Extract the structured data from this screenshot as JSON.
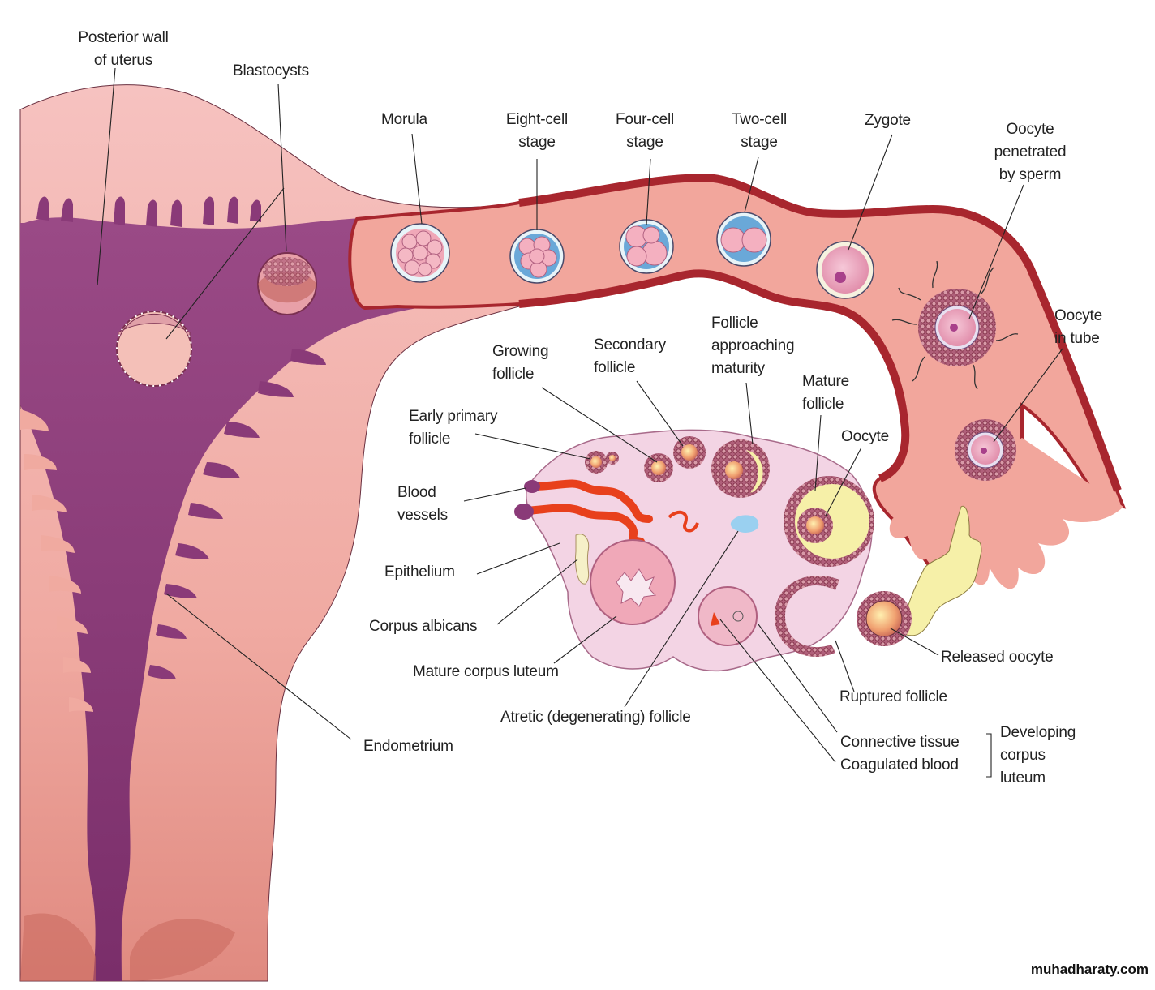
{
  "diagram": {
    "subject": "Ovarian cycle, fertilization and early embryonic development through the uterine tube to implantation in the uterus",
    "colors": {
      "uterus_wall": "#f0a8a0",
      "uterine_cavity": "#8a3a78",
      "tube_wall": "#a8262e",
      "tube_lumen": "#f2a49a",
      "ovary": "#f3d4e4",
      "blood_vessel": "#e8401c",
      "follicle_antrum": "#f6f0a8",
      "granulosa": "#9a3a50",
      "zona": "#e8f2f6",
      "label_text": "#222222"
    },
    "labels": {
      "posterior_wall": "Posterior wall\nof uterus",
      "blastocysts": "Blastocysts",
      "morula": "Morula",
      "eight_cell": "Eight-cell\nstage",
      "four_cell": "Four-cell\nstage",
      "two_cell": "Two-cell\nstage",
      "zygote": "Zygote",
      "oocyte_penetrated": "Oocyte\npenetrated\nby sperm",
      "oocyte_in_tube": "Oocyte\nin tube",
      "growing_follicle": "Growing\nfollicle",
      "secondary_follicle": "Secondary\nfollicle",
      "follicle_approaching": "Follicle\napproaching\nmaturity",
      "mature_follicle": "Mature\nfollicle",
      "oocyte": "Oocyte",
      "early_primary": "Early primary\nfollicle",
      "blood_vessels": "Blood\nvessels",
      "epithelium": "Epithelium",
      "corpus_albicans": "Corpus albicans",
      "mature_corpus_luteum": "Mature corpus luteum",
      "atretic_follicle": "Atretic (degenerating) follicle",
      "endometrium": "Endometrium",
      "released_oocyte": "Released oocyte",
      "ruptured_follicle": "Ruptured follicle",
      "connective_tissue": "Connective tissue",
      "coagulated_blood": "Coagulated blood",
      "developing_corpus_luteum": "Developing\ncorpus\nluteum"
    },
    "watermark": "muhadharaty.com"
  }
}
